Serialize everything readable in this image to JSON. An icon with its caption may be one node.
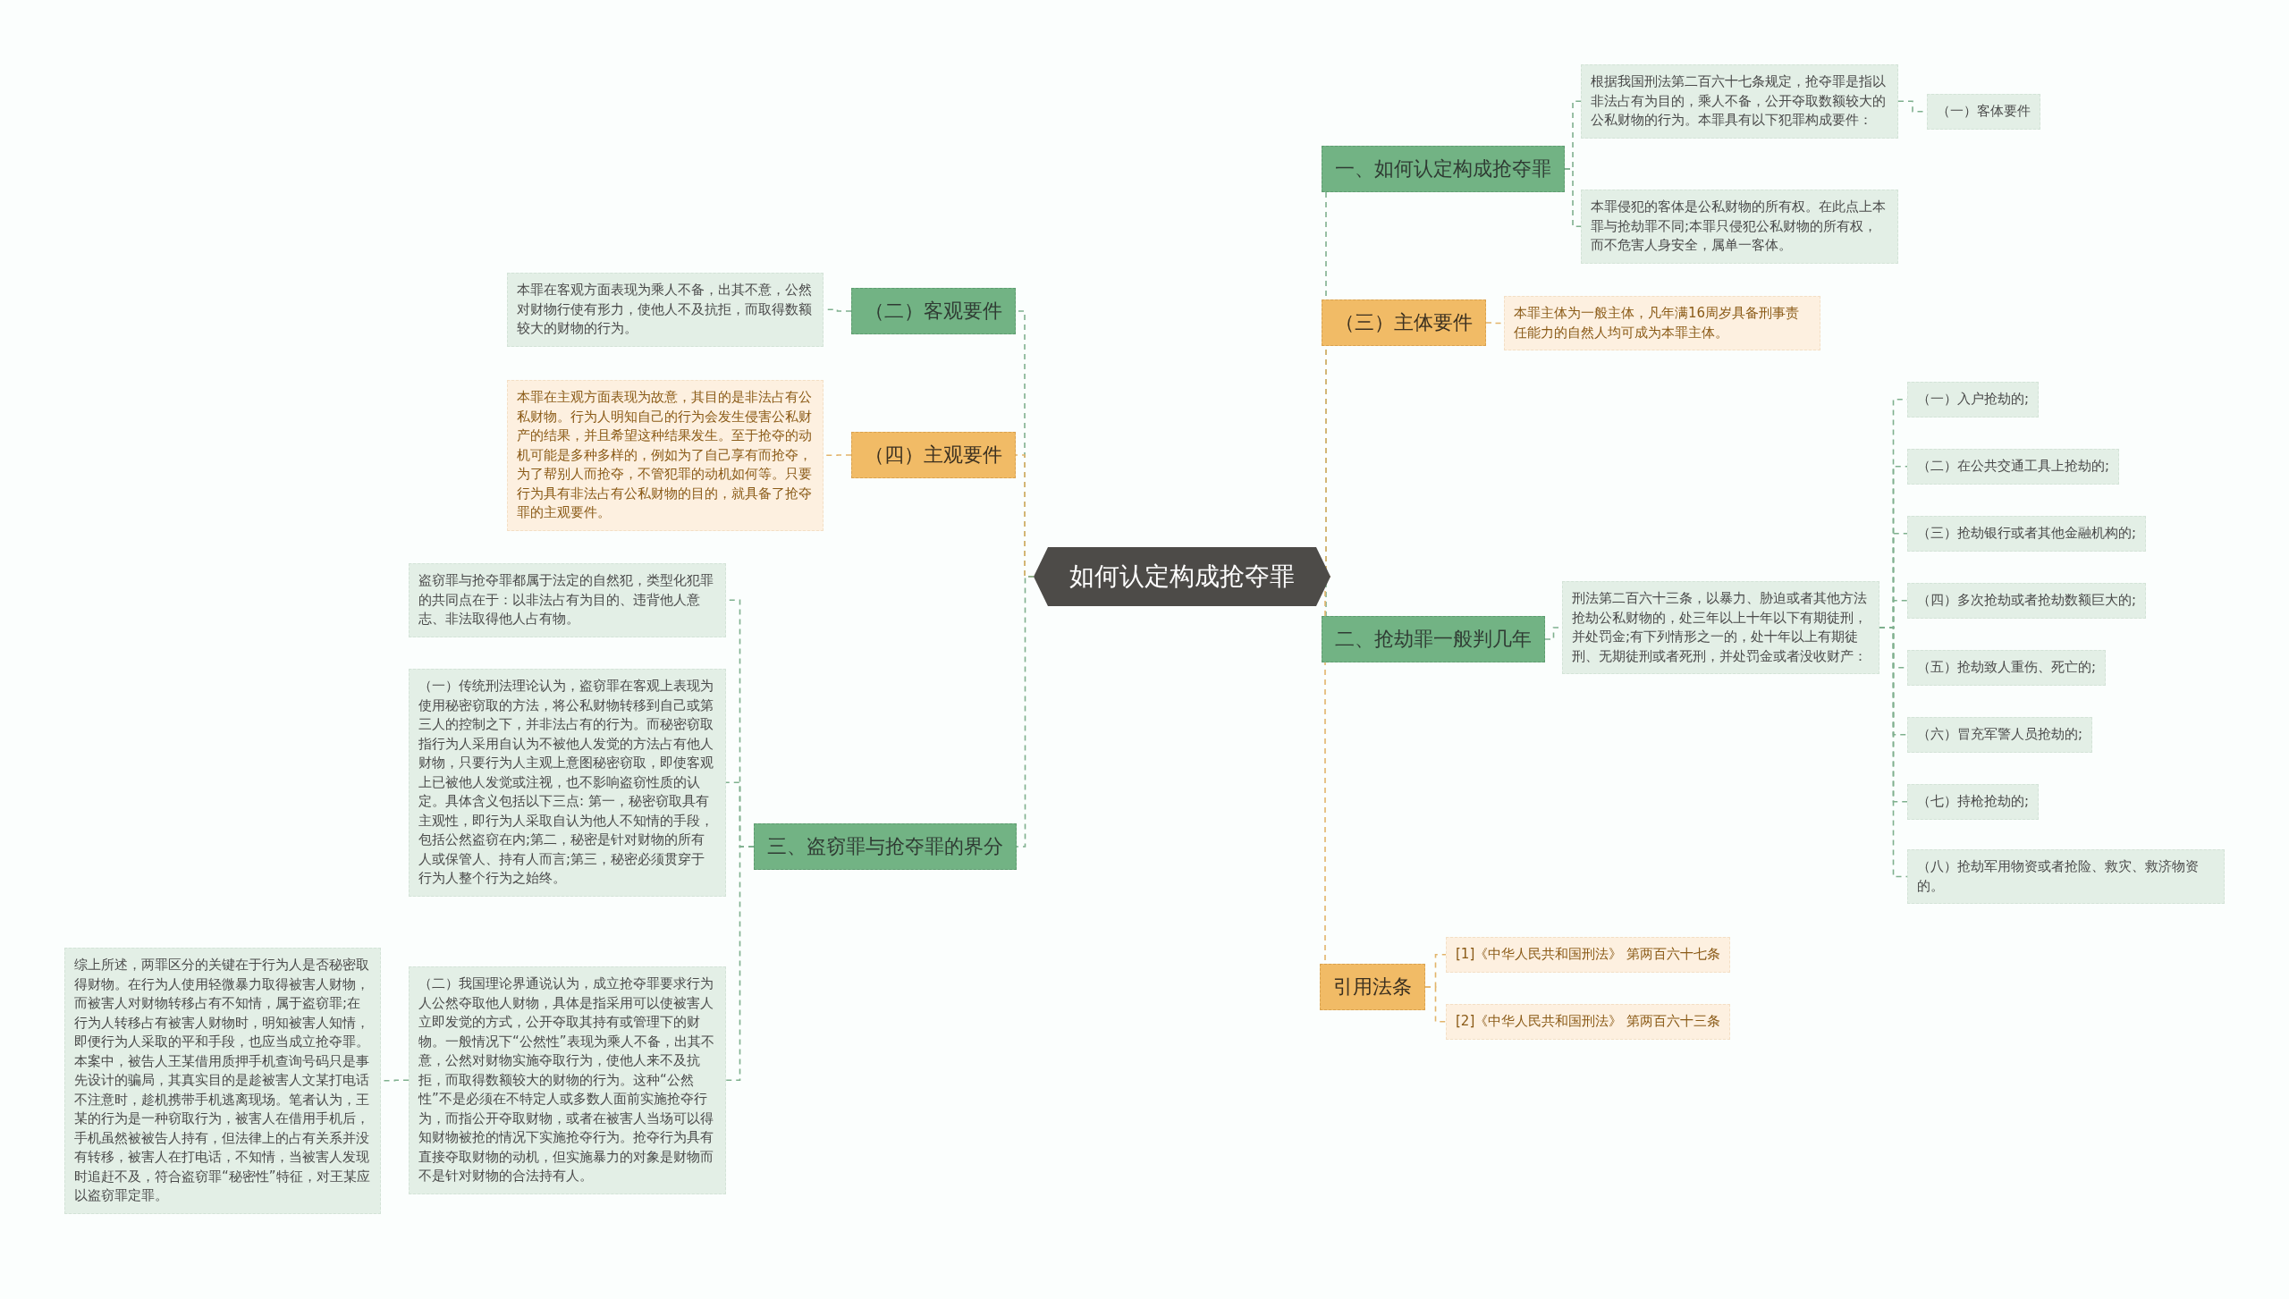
{
  "diagram": {
    "nodes": [
      {
        "text": [
          "如何认定构成抢夺罪"
        ]
      },
      {
        "text": [
          "一、如何认定构成抢夺罪"
        ]
      },
      {
        "text": [
          "根据我国刑法第二百六十七条规定，抢夺罪是指以非法占有为目的，乘人不备，公开夺取数额较大的公私财物的行为。本罪具有以下犯罪构成要件："
        ]
      },
      {
        "text": [
          "（一）客体要件"
        ]
      },
      {
        "text": [
          "本罪侵犯的客体是公私财物的所有权。在此点上本罪与抢劫罪不同;本罪只侵犯公私财物的所有权，而不危害人身安全，属单一客体。"
        ]
      },
      {
        "text": [
          "（三）主体要件"
        ]
      },
      {
        "text": [
          "本罪主体为一般主体，凡年满16周岁具备刑事责任能力的自然人均可成为本罪主体。"
        ]
      },
      {
        "text": [
          "二、抢劫罪一般判几年"
        ]
      },
      {
        "text": [
          "刑法第二百六十三条，以暴力、胁迫或者其他方法抢劫公私财物的，处三年以上十年以下有期徒刑，并处罚金;有下列情形之一的，处十年以上有期徒刑、无期徒刑或者死刑，并处罚金或者没收财产："
        ]
      },
      {
        "text": [
          "（一）入户抢劫的;"
        ]
      },
      {
        "text": [
          "（二）在公共交通工具上抢劫的;"
        ]
      },
      {
        "text": [
          "（三）抢劫银行或者其他金融机构的;"
        ]
      },
      {
        "text": [
          "（四）多次抢劫或者抢劫数额巨大的;"
        ]
      },
      {
        "text": [
          "（五）抢劫致人重伤、死亡的;"
        ]
      },
      {
        "text": [
          "（六）冒充军警人员抢劫的;"
        ]
      },
      {
        "text": [
          "（七）持枪抢劫的;"
        ]
      },
      {
        "text": [
          "（八）抢劫军用物资或者抢险、救灾、救济物资的。"
        ]
      },
      {
        "text": [
          "引用法条"
        ]
      },
      {
        "text": [
          "[1]《中华人民共和国刑法》 第两百六十七条"
        ]
      },
      {
        "text": [
          "[2]《中华人民共和国刑法》 第两百六十三条"
        ]
      },
      {
        "text": [
          "（二）客观要件"
        ]
      },
      {
        "text": [
          "本罪在客观方面表现为乘人不备，出其不意，公然对财物行使有形力，使他人不及抗拒，而取得数额较大的财物的行为。"
        ]
      },
      {
        "text": [
          "（四）主观要件"
        ]
      },
      {
        "text": [
          "本罪在主观方面表现为故意，其目的是非法占有公私财物。行为人明知自己的行为会发生侵害公私财产的结果，并且希望这种结果发生。至于抢夺的动机可能是多种多样的，例如为了自己享有而抢夺，为了帮别人而抢夺，不管犯罪的动机如何等。只要行为具有非法占有公私财物的目的，就具备了抢夺罪的主观要件。"
        ]
      },
      {
        "text": [
          "三、盗窃罪与抢夺罪的界分"
        ]
      },
      {
        "text": [
          "盗窃罪与抢夺罪都属于法定的自然犯，类型化犯罪的共同点在于：以非法占有为目的、违背他人意志、非法取得他人占有物。"
        ]
      },
      {
        "text": [
          "（一）传统刑法理论认为，盗窃罪在客观上表现为使用秘密窃取的方法，将公私财物转移到自己或第三人的控制之下，并非法占有的行为。而秘密窃取指行为人采用自认为不被他人发觉的方法占有他人财物，只要行为人主观上意图秘密窃取，即使客观上已被他人发觉或注视，也不影响盗窃性质的认定。具体含义包括以下三点: 第一，秘密窃取具有主观性，即行为人采取自认为他人不知情的手段，包括公然盗窃在内;第二，秘密是针对财物的所有人或保管人、持有人而言;第三，秘密必须贯穿于行为人整个行为之始终。"
        ]
      },
      {
        "text": [
          "（二）我国理论界通说认为，成立抢夺罪要求行为人公然夺取他人财物，具体是指采用可以使被害人立即发觉的方式，公开夺取其持有或管理下的财物。一般情况下“公然性”表现为乘人不备，出其不意，公然对财物实施夺取行为，使他人来不及抗拒，而取得数额较大的财物的行为。这种“公然性”不是必须在不特定人或多数人面前实施抢夺行为，而指公开夺取财物，或者在被害人当场可以得知财物被抢的情况下实施抢夺行为。抢夺行为具有直接夺取财物的动机，但实施暴力的对象是财物而不是针对财物的合法持有人。"
        ]
      },
      {
        "text": [
          "综上所述，两罪区分的关键在于行为人是否秘密取得财物。在行为人使用轻微暴力取得被害人财物，而被害人对财物转移占有不知情，属于盗窃罪;在行为人转移占有被害人财物时，明知被害人知情，即便行为人采取的平和手段，也应当成立抢夺罪。本案中，被告人王某借用质押手机查询号码只是事先设计的骗局，其真实目的是趁被害人文某打电话不注意时，趁机携带手机逃离现场。笔者认为，王某的行为是一种窃取行为，被害人在借用手机后，手机虽然被被告人持有，但法律上的占有关系并没有转移，被害人在打电话，不知情，当被害人发现时追赶不及，符合盗窃罪“秘密性”特征，对王某应以盗窃罪定罪。"
        ]
      }
    ],
    "edges": [
      {
        "from": 0,
        "to": 1,
        "arrow": "none",
        "style": "dashed"
      },
      {
        "from": 0,
        "to": 5,
        "arrow": "none",
        "style": "dashed",
        "color": "#e2b46a"
      },
      {
        "from": 0,
        "to": 7,
        "arrow": "none",
        "style": "dashed"
      },
      {
        "from": 0,
        "to": 17,
        "arrow": "none",
        "style": "dashed",
        "color": "#e2b46a"
      },
      {
        "from": 0,
        "to": 20,
        "arrow": "none",
        "style": "dashed"
      },
      {
        "from": 0,
        "to": 22,
        "arrow": "none",
        "style": "dashed",
        "color": "#e2b46a"
      },
      {
        "from": 0,
        "to": 24,
        "arrow": "none",
        "style": "dashed"
      },
      {
        "from": 1,
        "to": 2,
        "arrow": "none",
        "style": "dashed"
      },
      {
        "from": 1,
        "to": 4,
        "arrow": "none",
        "style": "dashed"
      },
      {
        "from": 2,
        "to": 3,
        "arrow": "none",
        "style": "dashed"
      },
      {
        "from": 5,
        "to": 6,
        "arrow": "none",
        "style": "dashed",
        "color": "#e2b46a"
      },
      {
        "from": 7,
        "to": 8,
        "arrow": "none",
        "style": "dashed"
      },
      {
        "from": 8,
        "to": 9,
        "arrow": "none",
        "style": "dashed"
      },
      {
        "from": 8,
        "to": 10,
        "arrow": "none",
        "style": "dashed"
      },
      {
        "from": 8,
        "to": 11,
        "arrow": "none",
        "style": "dashed"
      },
      {
        "from": 8,
        "to": 12,
        "arrow": "none",
        "style": "dashed"
      },
      {
        "from": 8,
        "to": 13,
        "arrow": "none",
        "style": "dashed"
      },
      {
        "from": 8,
        "to": 14,
        "arrow": "none",
        "style": "dashed"
      },
      {
        "from": 8,
        "to": 15,
        "arrow": "none",
        "style": "dashed"
      },
      {
        "from": 8,
        "to": 16,
        "arrow": "none",
        "style": "dashed"
      },
      {
        "from": 17,
        "to": 18,
        "arrow": "none",
        "style": "dashed",
        "color": "#e2b46a"
      },
      {
        "from": 17,
        "to": 19,
        "arrow": "none",
        "style": "dashed",
        "color": "#e2b46a"
      },
      {
        "from": 20,
        "to": 21,
        "arrow": "none",
        "style": "dashed"
      },
      {
        "from": 22,
        "to": 23,
        "arrow": "none",
        "style": "dashed",
        "color": "#e2b46a"
      },
      {
        "from": 24,
        "to": 25,
        "arrow": "none",
        "style": "dashed"
      },
      {
        "from": 24,
        "to": 26,
        "arrow": "none",
        "style": "dashed"
      },
      {
        "from": 24,
        "to": 27,
        "arrow": "none",
        "style": "dashed"
      },
      {
        "from": 27,
        "to": 28,
        "arrow": "none",
        "style": "dashed"
      }
    ]
  }
}
